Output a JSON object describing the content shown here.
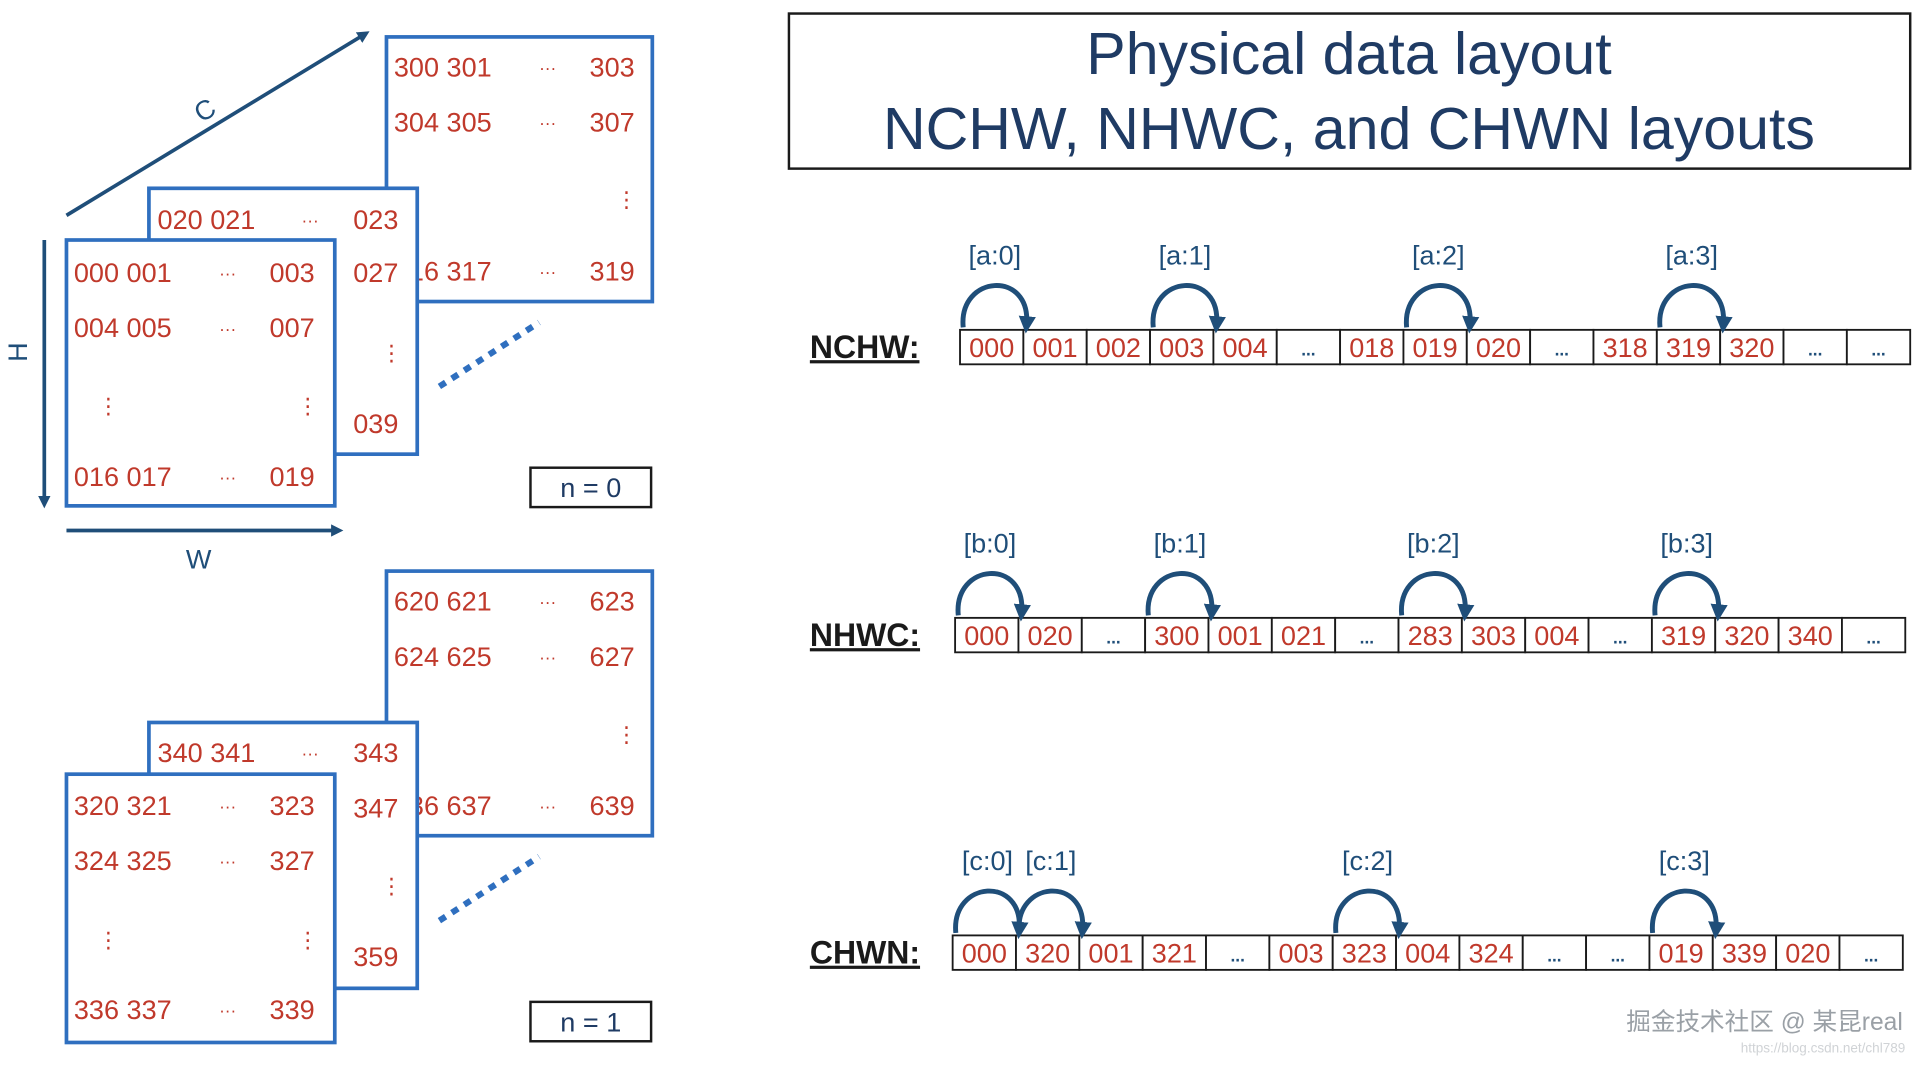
{
  "title": {
    "line1": "Physical data layout",
    "line2": "NCHW, NHWC, and CHWN layouts"
  },
  "colors": {
    "box_border": "#2f6fbf",
    "cell_text": "#c0392b",
    "arrow": "#1f4e79",
    "label": "#1a1a1a",
    "title_text": "#1f3b64"
  },
  "tensor_n0": {
    "front": {
      "rows": [
        [
          "000 001",
          "···",
          "003"
        ],
        [
          "004 005",
          "···",
          "007"
        ],
        [
          "⋮",
          "⋮"
        ],
        [
          "016 017",
          "···",
          "019"
        ]
      ]
    },
    "middle": {
      "rows": [
        [
          "020 021",
          "···",
          "023"
        ],
        [
          "027"
        ],
        [
          "⋮"
        ],
        [
          "039"
        ]
      ]
    },
    "back": {
      "rows": [
        [
          "300 301",
          "···",
          "303"
        ],
        [
          "304 305",
          "···",
          "307"
        ],
        [
          "⋮"
        ],
        [
          "316 317",
          "···",
          "319"
        ]
      ]
    },
    "n_label": "n = 0"
  },
  "tensor_n1": {
    "front": {
      "rows": [
        [
          "320 321",
          "···",
          "323"
        ],
        [
          "324 325",
          "···",
          "327"
        ],
        [
          "⋮",
          "⋮"
        ],
        [
          "336 337",
          "···",
          "339"
        ]
      ]
    },
    "middle": {
      "rows": [
        [
          "340 341",
          "···",
          "343"
        ],
        [
          "347"
        ],
        [
          "⋮"
        ],
        [
          "359"
        ]
      ]
    },
    "back": {
      "rows": [
        [
          "620 621",
          "···",
          "623"
        ],
        [
          "624 625",
          "···",
          "627"
        ],
        [
          "⋮"
        ],
        [
          "636 637",
          "···",
          "639"
        ]
      ]
    },
    "n_label": "n = 1"
  },
  "axes": {
    "c": "C",
    "h": "H",
    "w": "W"
  },
  "layouts": [
    {
      "name": "NCHW:",
      "cells": [
        "000",
        "001",
        "002",
        "003",
        "004",
        "...",
        "018",
        "019",
        "020",
        "...",
        "318",
        "319",
        "320",
        "...",
        "..."
      ],
      "arrows": [
        "[a:0]",
        "[a:1]",
        "[a:2]",
        "[a:3]"
      ]
    },
    {
      "name": "NHWC:",
      "cells": [
        "000",
        "020",
        "...",
        "300",
        "001",
        "021",
        "...",
        "283",
        "303",
        "004",
        "...",
        "319",
        "320",
        "340",
        "..."
      ],
      "arrows": [
        "[b:0]",
        "[b:1]",
        "[b:2]",
        "[b:3]"
      ]
    },
    {
      "name": "CHWN:",
      "cells": [
        "000",
        "320",
        "001",
        "321",
        "...",
        "003",
        "323",
        "004",
        "324",
        "...",
        "...",
        "019",
        "339",
        "020",
        "..."
      ],
      "arrows": [
        "[c:0]",
        "[c:1]",
        "[c:2]",
        "[c:3]"
      ]
    }
  ],
  "watermark": "掘金技术社区 @ 某昆real",
  "watermark_url": "https://blog.csdn.net/chl789"
}
